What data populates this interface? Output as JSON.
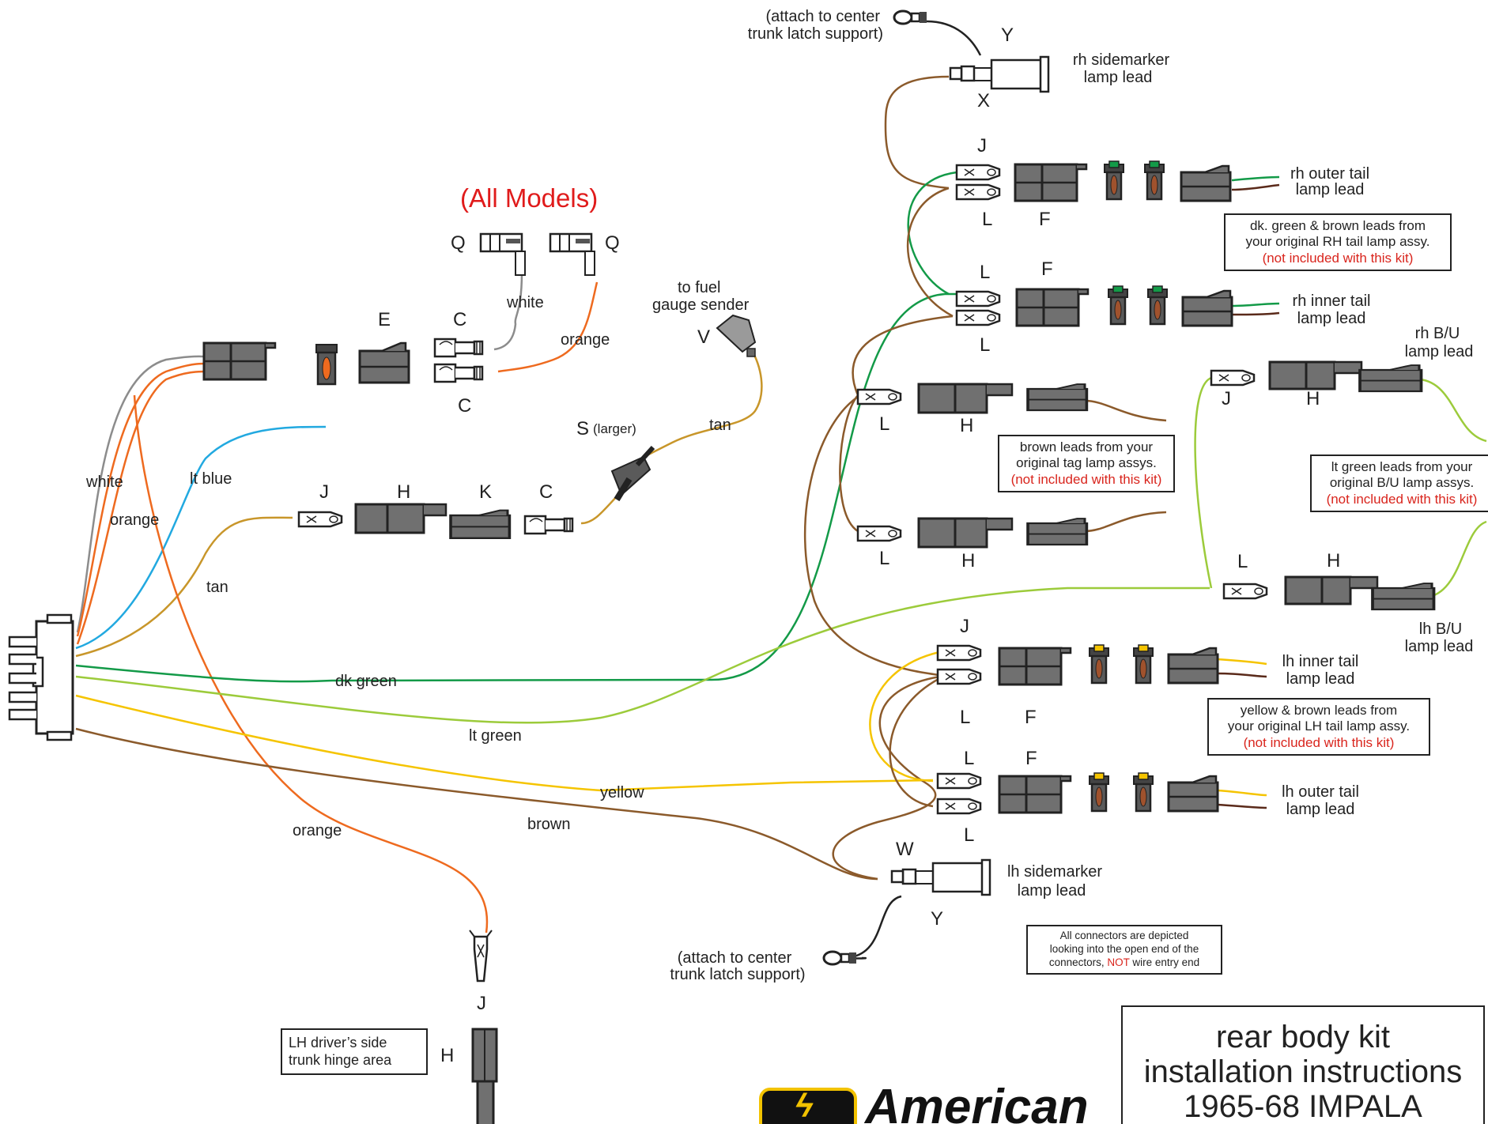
{
  "title": "(All Models)",
  "colors": {
    "white_wire": "#8c8c8c",
    "orange": "#ee6a1f",
    "lt_blue": "#22a9e0",
    "tan": "#c8962a",
    "dk_green": "#139a48",
    "lt_green": "#9ccb3b",
    "yellow": "#f5c400",
    "brown": "#8b5a2b",
    "connector": "#707070",
    "connector_dark": "#2a2a2a",
    "accent_red": "#d9251d"
  },
  "letters": {
    "Q1": "Q",
    "Q2": "Q",
    "E": "E",
    "C1": "C",
    "C2": "C",
    "V": "V",
    "S": "S",
    "J_mid": "J",
    "H_mid": "H",
    "K_mid": "K",
    "C_mid": "C",
    "Y_top": "Y",
    "X": "X",
    "J_rh_outer": "J",
    "L_rh_outer": "L",
    "F_rh_outer": "F",
    "L_rh_inner_top": "L",
    "F_rh_inner": "F",
    "L_rh_inner_bot": "L",
    "L_tag1": "L",
    "H_tag1": "H",
    "L_tag2": "L",
    "H_tag2": "H",
    "J_bu": "J",
    "H_bu": "H",
    "L_bu2": "L",
    "H_bu2": "H",
    "J_lh_inner": "J",
    "L_lh_inner": "L",
    "F_lh_inner": "F",
    "L_lh_outer_top": "L",
    "F_lh_outer": "F",
    "L_lh_outer_bot": "L",
    "W": "W",
    "Y_bot": "Y",
    "J_bottom": "J",
    "H_bottom": "H"
  },
  "wire_labels": {
    "white_q": "white",
    "orange_q": "orange",
    "to_fuel": "to fuel",
    "gauge_sender": "gauge sender",
    "s_larger": "(larger)",
    "tan_v": "tan",
    "white": "white",
    "lt_blue": "lt blue",
    "orange_left": "orange",
    "tan_left": "tan",
    "dk_green": "dk green",
    "lt_green": "lt green",
    "yellow": "yellow",
    "brown": "brown",
    "orange_bottom": "orange"
  },
  "leads": {
    "attach_top_1": "(attach to center",
    "attach_top_2": "trunk latch support)",
    "rh_sidemarker_1": "rh sidemarker",
    "rh_sidemarker_2": "lamp lead",
    "rh_outer_1": "rh outer tail",
    "rh_outer_2": "lamp lead",
    "rh_inner_1": "rh inner tail",
    "rh_inner_2": "lamp lead",
    "rh_bu_1": "rh B/U",
    "rh_bu_2": "lamp lead",
    "lh_bu_1": "lh B/U",
    "lh_bu_2": "lamp lead",
    "lh_inner_1": "lh inner tail",
    "lh_inner_2": "lamp lead",
    "lh_outer_1": "lh outer tail",
    "lh_outer_2": "lamp lead",
    "lh_sidemarker_1": "lh sidemarker",
    "lh_sidemarker_2": "lamp lead",
    "attach_bot_1": "(attach to center",
    "attach_bot_2": "trunk latch support)"
  },
  "notes": {
    "rh_tail_1": "dk. green & brown leads from",
    "rh_tail_2": "your original RH tail lamp assy.",
    "rh_tail_red": "(not included with this kit)",
    "tag_1": "brown leads from your",
    "tag_2": "original tag lamp assys.",
    "tag_red": "(not included with this kit)",
    "bu_1": "lt green leads from your",
    "bu_2": "original B/U lamp assys.",
    "bu_red": "(not included with this kit)",
    "lh_tail_1": "yellow & brown leads from",
    "lh_tail_2": "your original LH tail lamp assy.",
    "lh_tail_red": "(not included with this kit)",
    "conn_1": "All connectors are depicted",
    "conn_2": "looking into the open end of the",
    "conn_3a": "connectors, ",
    "conn_3red": "NOT",
    "conn_3b": " wire entry end",
    "hinge_1": "LH driver’s side",
    "hinge_2": "trunk hinge area"
  },
  "title_box": {
    "line1": "rear body kit",
    "line2": "installation instructions",
    "line3": "1965-68 IMPALA"
  },
  "brand": {
    "name": "American"
  }
}
